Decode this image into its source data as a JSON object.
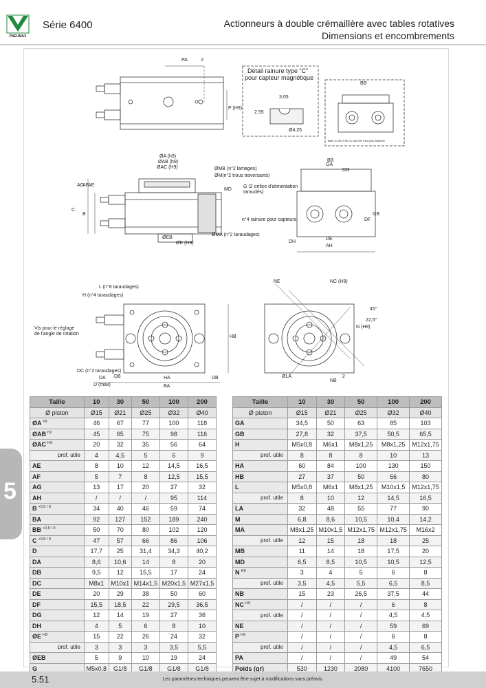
{
  "header": {
    "logo_text": "PNEUMAX",
    "serie": "Série 6400",
    "title_line1": "Actionneurs à double crémaillère avec tables rotatives",
    "title_line2": "Dimensions et encombrements"
  },
  "section_number": "5",
  "drawing_labels": {
    "pa": "PA",
    "two": "2",
    "p_h9": "P (H9)",
    "detail_title_1": "Détail rainure type “C”",
    "detail_title_2": "pour capteur magnétique",
    "d305": "3.05",
    "d255": "2.55",
    "d425": "Ø4.25",
    "bb": "BB",
    "note_size": "Taille 10,30 et 50, la cote AH n'est pas indiquée",
    "oa": "ØA (h9)",
    "oab": "ØAB (h9)",
    "oac": "ØAC (H9)",
    "omb": "ØMB (n°2 lamages)",
    "om": "ØM(n°2 trous traversants)",
    "md": "MD",
    "ag": "AG",
    "af": "AF",
    "ae": "AE",
    "c": "C",
    "b": "B",
    "oeb": "ØEB",
    "oe": "ØE (H9)",
    "oma": "ØMA (n°2 taraudages)",
    "bb2": "BB",
    "ga": "GA",
    "dg": "DG",
    "g_note_1": "G (2 orifice d'alimentation",
    "g_note_2": "taraudés)",
    "rainure": "n°4 rainure pour capteurs",
    "df": "DF",
    "gb": "GB",
    "dh": "DH",
    "de": "DE",
    "ah": "AH",
    "l_tar": "L (n°8 taraudages)",
    "h_tar": "H (n°4 taraudages)",
    "vis_1": "Vis pour le réglage",
    "vis_2": "de l'angle de rotation",
    "hb": "HB",
    "dc_tar": "DC (n°2 taraudages)",
    "da": "DA",
    "db": "DB",
    "ha": "HA",
    "db2": "DB",
    "d_max": "D (max)",
    "ba": "BA",
    "ne": "NE",
    "nc_h9": "NC (H9)",
    "deg45": "45°",
    "deg225": "22,5°",
    "n_h9": "N (H9)",
    "nb": "NB",
    "ola": "ØLA",
    "two2": "2"
  },
  "table_left": {
    "head_taille": "Taille",
    "head_piston": "Ø piston",
    "sizes": [
      "10",
      "30",
      "50",
      "100",
      "200"
    ],
    "pistons": [
      "Ø15",
      "Ø21",
      "Ø25",
      "Ø32",
      "Ø40"
    ],
    "rows": [
      {
        "name": "ØA",
        "sup": "h9",
        "sub": "",
        "values": [
          "46",
          "67",
          "77",
          "100",
          "118"
        ]
      },
      {
        "name": "ØAB",
        "sup": "h9",
        "sub": "",
        "values": [
          "45",
          "65",
          "75",
          "98",
          "116"
        ]
      },
      {
        "name": "ØAC",
        "sup": "H9",
        "sub": "",
        "values": [
          "20",
          "32",
          "35",
          "56",
          "64"
        ]
      },
      {
        "name": "",
        "sup": "",
        "sub": "prof. utile",
        "values": [
          "4",
          "4,5",
          "5",
          "6",
          "9"
        ]
      },
      {
        "name": "AE",
        "sup": "",
        "sub": "",
        "values": [
          "8",
          "10",
          "12",
          "14,5",
          "16,5"
        ]
      },
      {
        "name": "AF",
        "sup": "",
        "sub": "",
        "values": [
          "5",
          "7",
          "8",
          "12,5",
          "15,5"
        ]
      },
      {
        "name": "AG",
        "sup": "",
        "sub": "",
        "values": [
          "13",
          "17",
          "20",
          "27",
          "32"
        ]
      },
      {
        "name": "AH",
        "sup": "",
        "sub": "",
        "values": [
          "/",
          "/",
          "/",
          "95",
          "114"
        ]
      },
      {
        "name": "B",
        "sup": "+0,5 / 0",
        "sub": "",
        "values": [
          "34",
          "40",
          "46",
          "59",
          "74"
        ]
      },
      {
        "name": "BA",
        "sup": "",
        "sub": "",
        "values": [
          "92",
          "127",
          "152",
          "189",
          "240"
        ]
      },
      {
        "name": "BB",
        "sup": "+0,5 / 0",
        "sub": "",
        "values": [
          "50",
          "70",
          "80",
          "102",
          "120"
        ]
      },
      {
        "name": "C",
        "sup": "+0,5 / 0",
        "sub": "",
        "values": [
          "47",
          "57",
          "66",
          "86",
          "106"
        ]
      },
      {
        "name": "D",
        "sup": "",
        "sub": "",
        "values": [
          "17,7",
          "25",
          "31,4",
          "34,3",
          "40,2"
        ]
      },
      {
        "name": "DA",
        "sup": "",
        "sub": "",
        "values": [
          "8,6",
          "10,6",
          "14",
          "8",
          "20"
        ]
      },
      {
        "name": "DB",
        "sup": "",
        "sub": "",
        "values": [
          "9,5",
          "12",
          "15,5",
          "17",
          "24"
        ]
      },
      {
        "name": "DC",
        "sup": "",
        "sub": "",
        "values": [
          "M8x1",
          "M10x1",
          "M14x1,5",
          "M20x1,5",
          "M27x1,5"
        ]
      },
      {
        "name": "DE",
        "sup": "",
        "sub": "",
        "values": [
          "20",
          "29",
          "38",
          "50",
          "60"
        ]
      },
      {
        "name": "DF",
        "sup": "",
        "sub": "",
        "values": [
          "15,5",
          "18,5",
          "22",
          "29,5",
          "36,5"
        ]
      },
      {
        "name": "DG",
        "sup": "",
        "sub": "",
        "values": [
          "12",
          "14",
          "19",
          "27",
          "36"
        ]
      },
      {
        "name": "DH",
        "sup": "",
        "sub": "",
        "values": [
          "4",
          "5",
          "6",
          "8",
          "10"
        ]
      },
      {
        "name": "ØE",
        "sup": "H9",
        "sub": "",
        "values": [
          "15",
          "22",
          "26",
          "24",
          "32"
        ]
      },
      {
        "name": "",
        "sup": "",
        "sub": "prof. utile",
        "values": [
          "3",
          "3",
          "3",
          "3,5",
          "5,5"
        ]
      },
      {
        "name": "ØEB",
        "sup": "",
        "sub": "",
        "values": [
          "5",
          "9",
          "10",
          "19",
          "24"
        ]
      },
      {
        "name": "G",
        "sup": "",
        "sub": "",
        "values": [
          "M5x0,8",
          "G1/8",
          "G1/8",
          "G1/8",
          "G1/8"
        ]
      }
    ]
  },
  "table_right": {
    "head_taille": "Taille",
    "head_piston": "Ø piston",
    "sizes": [
      "10",
      "30",
      "50",
      "100",
      "200"
    ],
    "pistons": [
      "Ø15",
      "Ø21",
      "Ø25",
      "Ø32",
      "Ø40"
    ],
    "rows": [
      {
        "name": "GA",
        "sup": "",
        "sub": "",
        "values": [
          "34,5",
          "50",
          "63",
          "85",
          "103"
        ]
      },
      {
        "name": "GB",
        "sup": "",
        "sub": "",
        "values": [
          "27,8",
          "32",
          "37,5",
          "50,5",
          "65,5"
        ]
      },
      {
        "name": "H",
        "sup": "",
        "sub": "",
        "values": [
          "M5x0,8",
          "M6x1",
          "M8x1,25",
          "M8x1,25",
          "M12x1,75"
        ]
      },
      {
        "name": "",
        "sup": "",
        "sub": "prof. utile",
        "values": [
          "8",
          "8",
          "8",
          "10",
          "13"
        ]
      },
      {
        "name": "HA",
        "sup": "",
        "sub": "",
        "values": [
          "60",
          "84",
          "100",
          "130",
          "150"
        ]
      },
      {
        "name": "HB",
        "sup": "",
        "sub": "",
        "values": [
          "27",
          "37",
          "50",
          "66",
          "80"
        ]
      },
      {
        "name": "L",
        "sup": "",
        "sub": "",
        "values": [
          "M5x0,8",
          "M6x1",
          "M8x1,25",
          "M10x1,5",
          "M12x1,75"
        ]
      },
      {
        "name": "",
        "sup": "",
        "sub": "prof. utile",
        "values": [
          "8",
          "10",
          "12",
          "14,5",
          "16,5"
        ]
      },
      {
        "name": "LA",
        "sup": "",
        "sub": "",
        "values": [
          "32",
          "48",
          "55",
          "77",
          "90"
        ]
      },
      {
        "name": "M",
        "sup": "",
        "sub": "",
        "values": [
          "6,8",
          "8,6",
          "10,5",
          "10,4",
          "14,2"
        ]
      },
      {
        "name": "MA",
        "sup": "",
        "sub": "",
        "values": [
          "M8x1,25",
          "M10x1,5",
          "M12x1,75",
          "M12x1,75",
          "M16x2"
        ]
      },
      {
        "name": "",
        "sup": "",
        "sub": "prof. utile",
        "values": [
          "12",
          "15",
          "18",
          "18",
          "25"
        ]
      },
      {
        "name": "MB",
        "sup": "",
        "sub": "",
        "values": [
          "11",
          "14",
          "18",
          "17,5",
          "20"
        ]
      },
      {
        "name": "MD",
        "sup": "",
        "sub": "",
        "values": [
          "6,5",
          "8,5",
          "10,5",
          "10,5",
          "12,5"
        ]
      },
      {
        "name": "N",
        "sup": "H9",
        "sub": "",
        "values": [
          "3",
          "4",
          "5",
          "6",
          "8"
        ]
      },
      {
        "name": "",
        "sup": "",
        "sub": "prof. utile",
        "values": [
          "3,5",
          "4,5",
          "5,5",
          "6,5",
          "8,5"
        ]
      },
      {
        "name": "NB",
        "sup": "",
        "sub": "",
        "values": [
          "15",
          "23",
          "26,5",
          "37,5",
          "44"
        ]
      },
      {
        "name": "NC",
        "sup": "H9",
        "sub": "",
        "values": [
          "/",
          "/",
          "/",
          "6",
          "8"
        ]
      },
      {
        "name": "",
        "sup": "",
        "sub": "prof. utile",
        "values": [
          "/",
          "/",
          "/",
          "4,5",
          "4,5"
        ]
      },
      {
        "name": "NE",
        "sup": "",
        "sub": "",
        "values": [
          "/",
          "/",
          "/",
          "59",
          "69"
        ]
      },
      {
        "name": "P",
        "sup": "H9",
        "sub": "",
        "values": [
          "/",
          "/",
          "/",
          "6",
          "8"
        ]
      },
      {
        "name": "",
        "sup": "",
        "sub": "prof. utile",
        "values": [
          "/",
          "/",
          "/",
          "4,5",
          "6,5"
        ]
      },
      {
        "name": "PA",
        "sup": "",
        "sub": "",
        "values": [
          "/",
          "/",
          "/",
          "49",
          "54"
        ]
      },
      {
        "name": "Poids (gr)",
        "sup": "",
        "sub": "",
        "values": [
          "530",
          "1230",
          "2080",
          "4100",
          "7650"
        ]
      }
    ]
  },
  "footer": {
    "page": "5.51",
    "note": "Les paramètres techniques peuvent être sujet à modifications sans préavis."
  }
}
